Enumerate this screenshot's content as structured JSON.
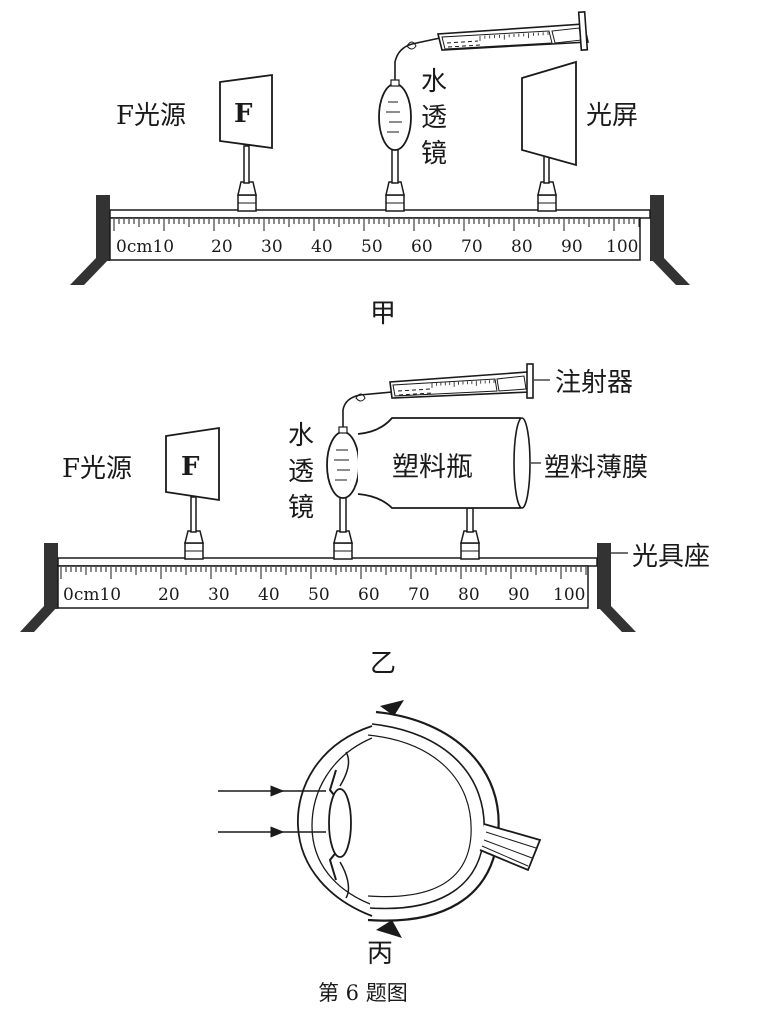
{
  "panels": {
    "jia": {
      "caption": "甲",
      "f_source_label": "F光源",
      "f_letter": "F",
      "water_lens_label": [
        "水",
        "透",
        "镜"
      ],
      "screen_label": "光屏",
      "ruler_ticks": [
        "0cm10",
        "20",
        "30",
        "40",
        "50",
        "60",
        "70",
        "80",
        "90",
        "100"
      ],
      "positions_cm": {
        "f_source": 25,
        "water_lens": 55,
        "screen": 85
      }
    },
    "yi": {
      "caption": "乙",
      "f_source_label": "F光源",
      "f_letter": "F",
      "water_lens_label": [
        "水",
        "透",
        "镜"
      ],
      "bottle_label": "塑料瓶",
      "film_label": "塑料薄膜",
      "syringe_label": "注射器",
      "bench_label": "光具座",
      "ruler_ticks": [
        "0cm10",
        "20",
        "30",
        "40",
        "50",
        "60",
        "70",
        "80",
        "90",
        "100"
      ],
      "positions_cm": {
        "f_source": 25,
        "water_lens": 55,
        "bottle_support": 80
      }
    },
    "bing": {
      "caption": "丙"
    }
  },
  "figure_caption": "第 6 题图"
}
